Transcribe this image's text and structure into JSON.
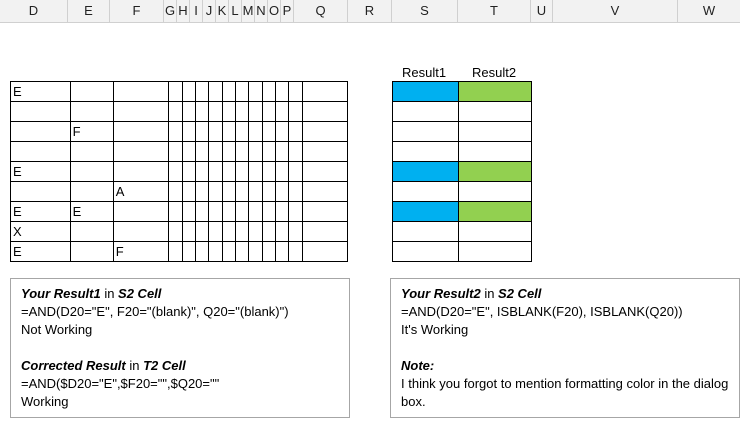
{
  "columns": [
    "D",
    "E",
    "F",
    "G",
    "H",
    "I",
    "J",
    "K",
    "L",
    "M",
    "N",
    "O",
    "P",
    "Q",
    "R",
    "S",
    "T",
    "U",
    "V",
    "W"
  ],
  "left_table": {
    "rows": [
      {
        "d": "E",
        "e": "",
        "f": ""
      },
      {
        "d": "",
        "e": "",
        "f": ""
      },
      {
        "d": "",
        "e": "F",
        "f": ""
      },
      {
        "d": "",
        "e": "",
        "f": ""
      },
      {
        "d": "E",
        "e": "",
        "f": ""
      },
      {
        "d": "",
        "e": "",
        "f": "A"
      },
      {
        "d": "E",
        "e": "E",
        "f": ""
      },
      {
        "d": "X",
        "e": "",
        "f": ""
      },
      {
        "d": "E",
        "e": "",
        "f": "F"
      }
    ]
  },
  "result_table": {
    "header1": "Result1",
    "header2": "Result2",
    "rows": [
      {
        "r1": true,
        "r2": true
      },
      {
        "r1": false,
        "r2": false
      },
      {
        "r1": false,
        "r2": false
      },
      {
        "r1": false,
        "r2": false
      },
      {
        "r1": true,
        "r2": true
      },
      {
        "r1": false,
        "r2": false
      },
      {
        "r1": true,
        "r2": true
      },
      {
        "r1": false,
        "r2": false
      },
      {
        "r1": false,
        "r2": false
      }
    ],
    "result1_color": "#00b0f0",
    "result2_color": "#92d050"
  },
  "left_box": {
    "title_bold": "Your Result1",
    "title_mid": " in ",
    "title_cell": "S2 Cell",
    "formula": "=AND(D20=\"E\", F20=\"(blank)\", Q20=\"(blank)\")",
    "status": "Not Working",
    "corr_bold": "Corrected Result",
    "corr_mid": " in ",
    "corr_cell": "T2 Cell",
    "corr_formula": "=AND($D20=\"E\",$F20=\"\",$Q20=\"\"",
    "corr_status": "Working"
  },
  "right_box": {
    "title_bold": "Your Result2",
    "title_mid": " in ",
    "title_cell": "S2 Cell",
    "formula": "=AND(D20=\"E\", ISBLANK(F20), ISBLANK(Q20))",
    "status": "It's Working",
    "note_label": "Note:",
    "note_text": "I think you forgot to mention formatting color in the dialog box."
  }
}
